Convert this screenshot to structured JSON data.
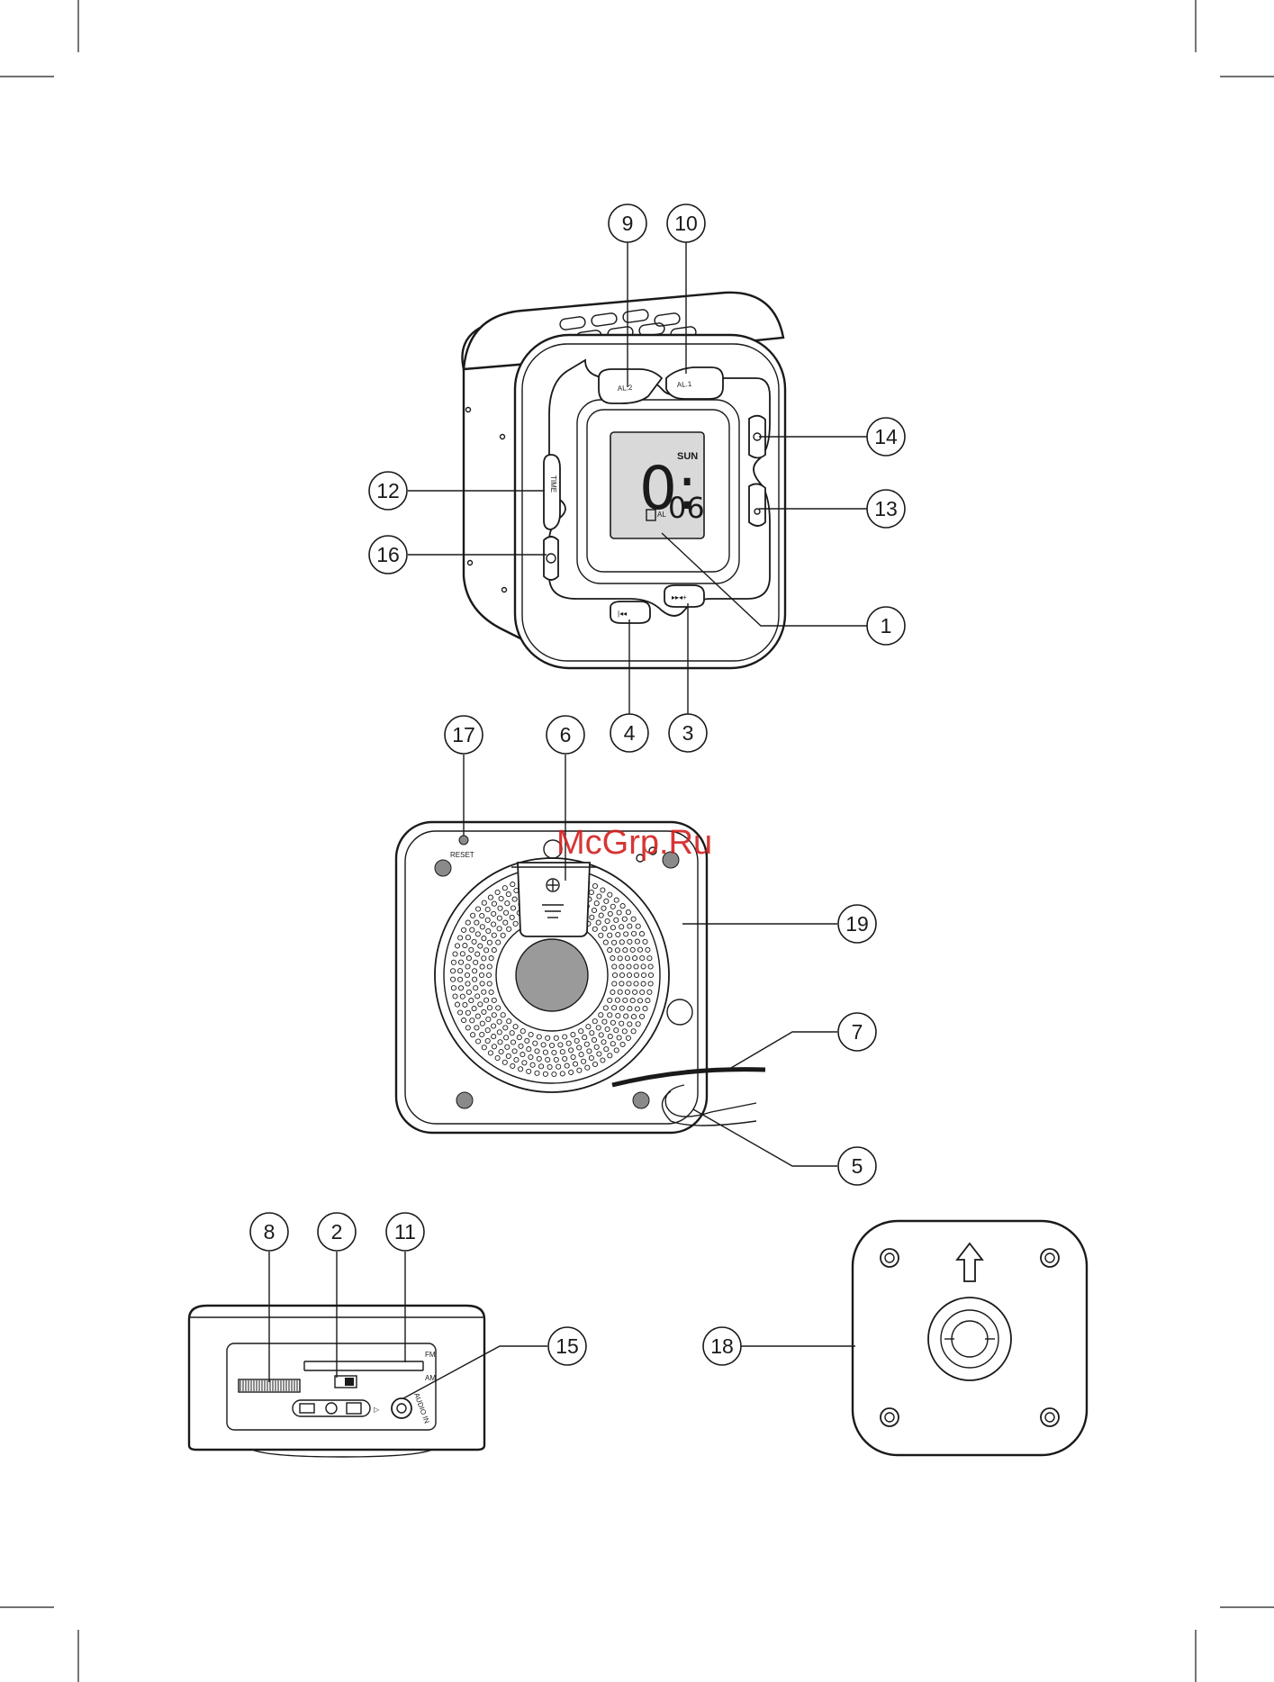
{
  "callouts": [
    "1",
    "2",
    "3",
    "4",
    "5",
    "6",
    "7",
    "8",
    "9",
    "10",
    "11",
    "12",
    "13",
    "14",
    "15",
    "16",
    "17",
    "18",
    "19"
  ],
  "device_labels": {
    "al2": "AL.2",
    "al1": "AL.1",
    "time": "TIME",
    "reset": "RESET",
    "lcd_day": "SUN",
    "lcd_hour": "0:",
    "lcd_minutes": "06",
    "lcd_alarm": "AL",
    "audio_in": "AUDIO IN",
    "am": "AM",
    "fm": "FM"
  },
  "watermark": "McGrp.Ru",
  "colors": {
    "line": "#1a1a1a",
    "lcd_fill": "#d9d9d9",
    "watermark": "#d42020"
  }
}
